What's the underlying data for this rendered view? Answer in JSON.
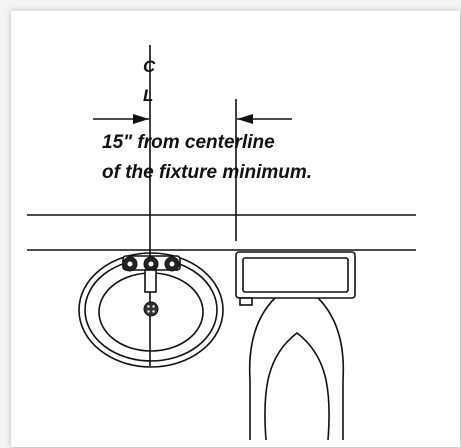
{
  "drawing": {
    "centerline_top": "C",
    "centerline_bottom": "L",
    "note_line1": "15\" from centerline",
    "note_line2": "of the fixture minimum."
  }
}
